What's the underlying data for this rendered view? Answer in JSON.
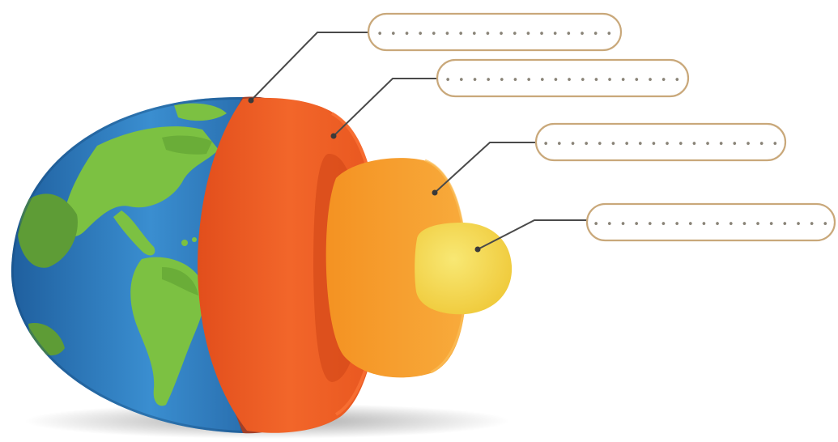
{
  "diagram": {
    "colors": {
      "ocean": "#2f7fc1",
      "land": "#7cc142",
      "crust": "#a0402a",
      "mantle": "#ef5d23",
      "outer_core": "#f7a130",
      "inner_core": "#f3d84a",
      "leader_line": "#4a4a4a",
      "box_border": "#c9a87a"
    },
    "labels": [
      {
        "id": "crust",
        "text": "• • • • • • • • • • • • • • • • • •"
      },
      {
        "id": "mantle",
        "text": "• • • • • • • • • • • • • • • • • •"
      },
      {
        "id": "outer-core",
        "text": "• • • • • • • • • • • • • • • • • •"
      },
      {
        "id": "inner-core",
        "text": "• • • • • • • • • • • • • • • • • •"
      }
    ]
  }
}
